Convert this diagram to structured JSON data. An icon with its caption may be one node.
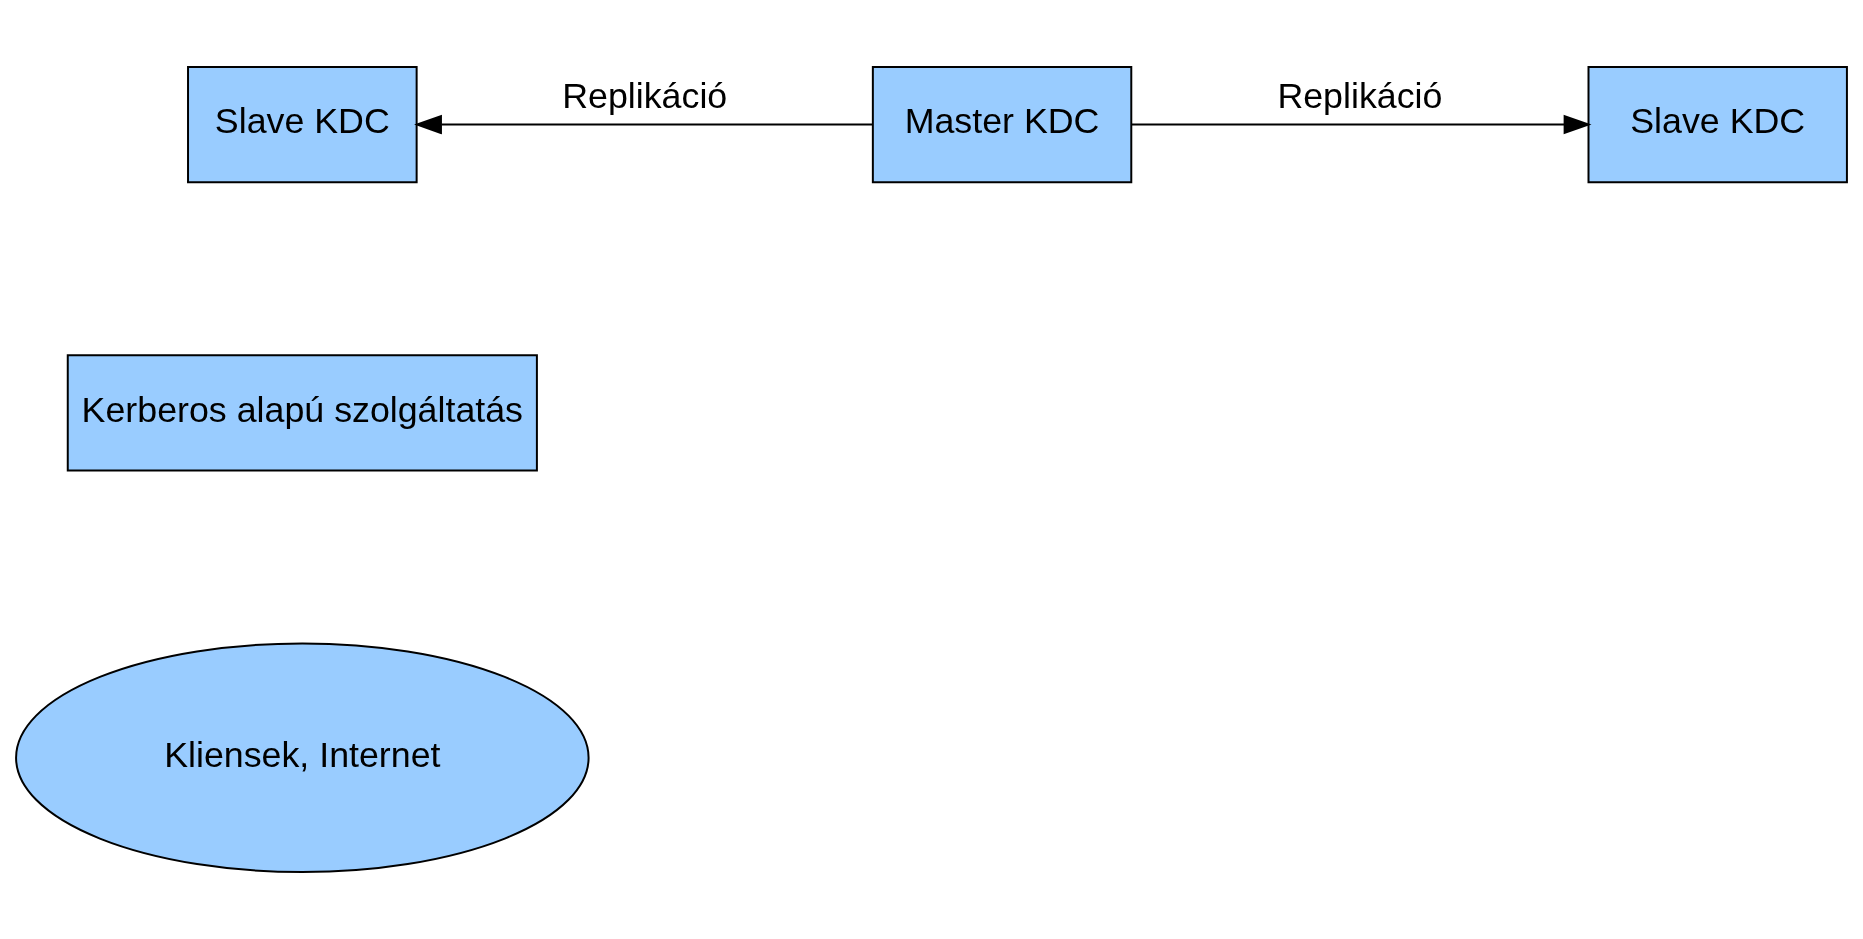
{
  "diagram": {
    "nodes": [
      {
        "text": [
          "Slave KDC"
        ]
      },
      {
        "text": [
          "Master KDC"
        ]
      },
      {
        "text": [
          "Slave KDC"
        ]
      },
      {
        "text": [
          "Kerberos alapú szolgáltatás"
        ]
      },
      {
        "text": [
          "Kliensek, Internet"
        ]
      }
    ],
    "edges": [
      {
        "from": 1,
        "to": 0,
        "arrow": "to",
        "label": "Replikáció"
      },
      {
        "from": 1,
        "to": 2,
        "arrow": "to",
        "label": "Replikáció"
      }
    ]
  }
}
